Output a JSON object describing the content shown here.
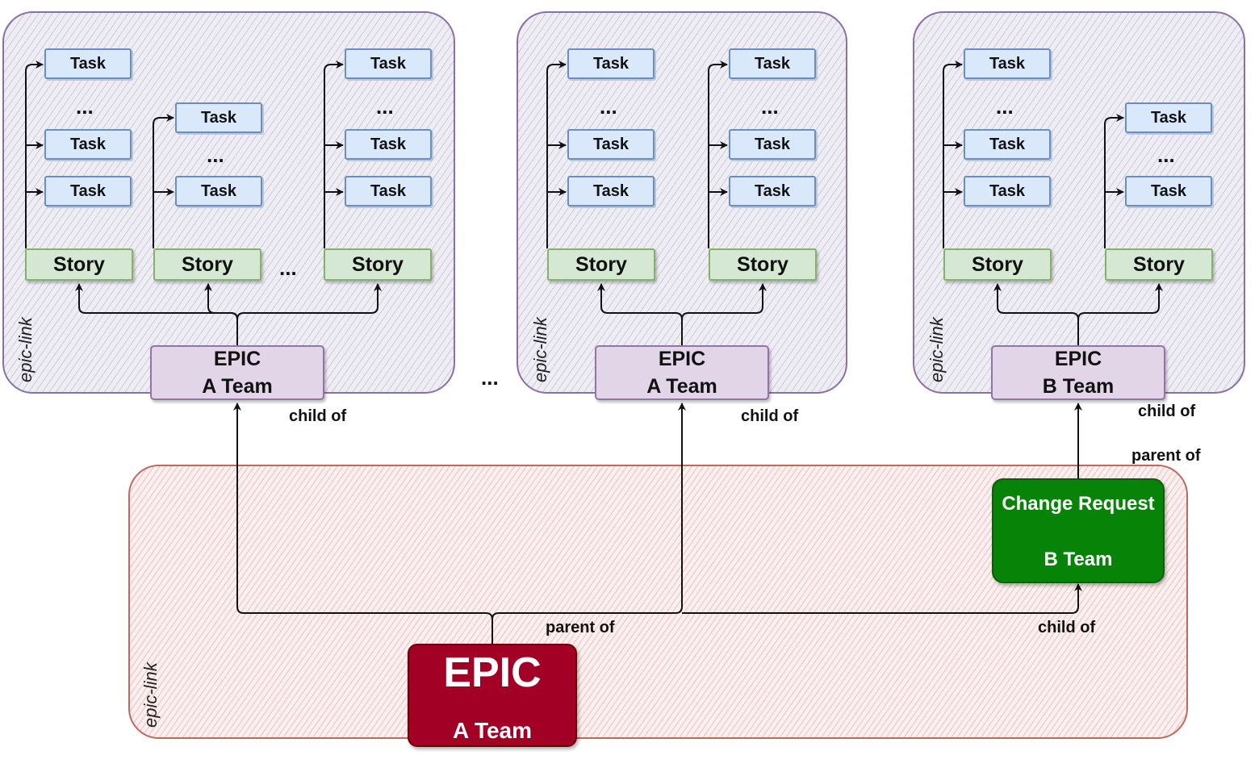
{
  "labels": {
    "task": "Task",
    "story": "Story",
    "ellipsis": "...",
    "epic": "EPIC",
    "a_team": "A Team",
    "b_team": "B Team",
    "epic_link": "epic-link",
    "child_of": "child of",
    "parent_of": "parent of",
    "change_request": "Change Request"
  },
  "colors": {
    "task_fill": "#dae8fc",
    "story_fill": "#d5e8d4",
    "epic_fill": "#e1d5e7",
    "change_request_fill": "#078407",
    "main_epic_fill": "#a20025",
    "group_border_purple": "#8e6fa5",
    "group_border_red": "#c0685e"
  }
}
